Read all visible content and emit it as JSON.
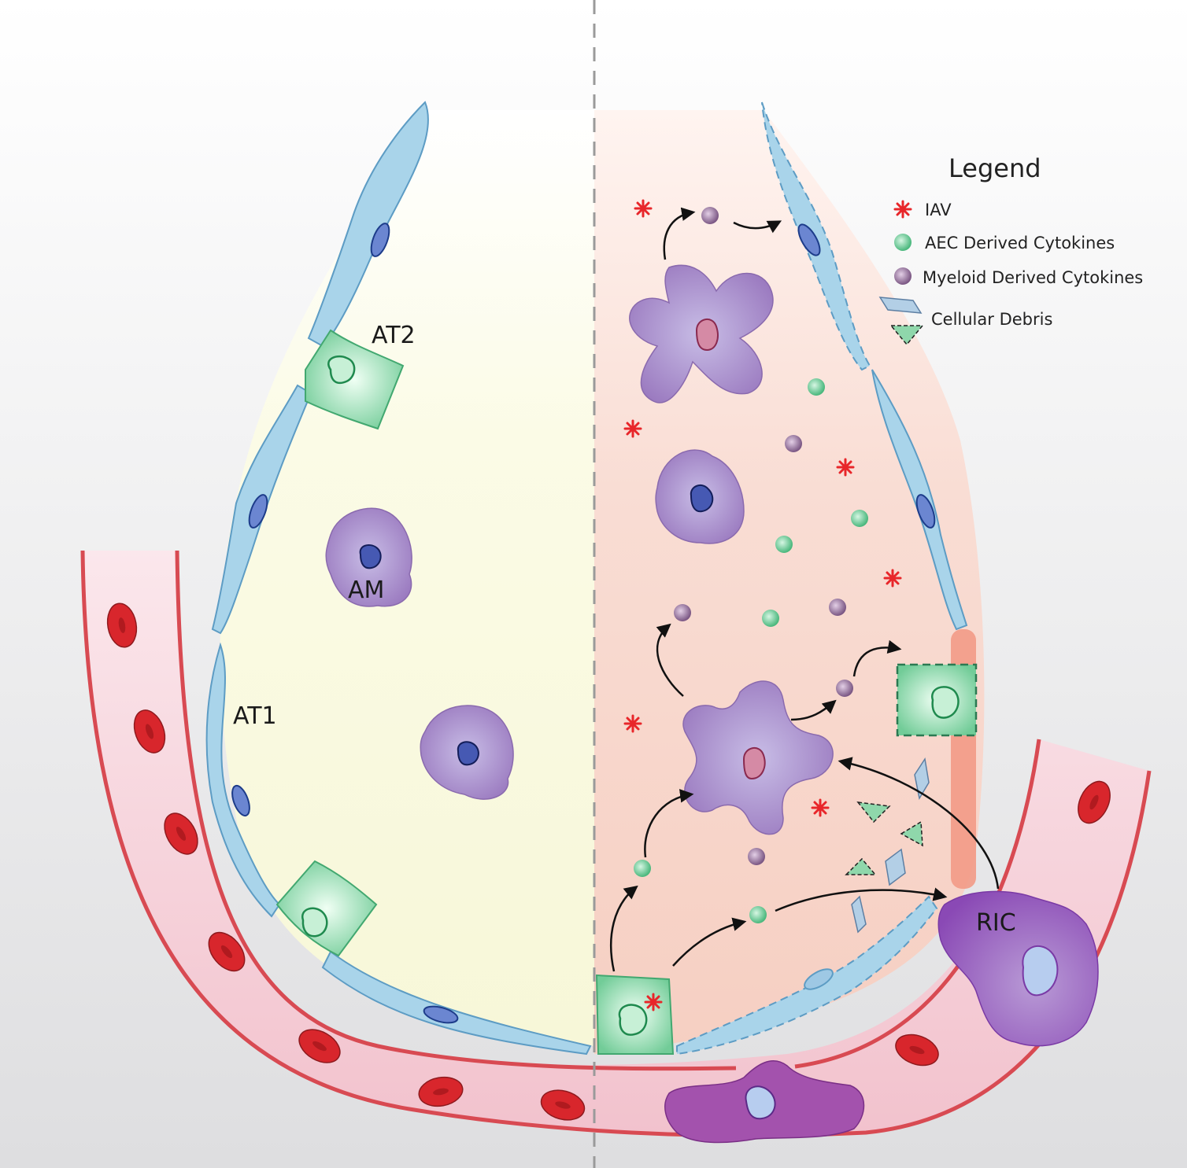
{
  "labels": {
    "at2": "AT2",
    "am": "AM",
    "at1": "AT1",
    "ric": "RIC"
  },
  "legend": {
    "title": "Legend",
    "items": [
      {
        "icon": "red-star-icon",
        "label": "IAV"
      },
      {
        "icon": "green-dot-icon",
        "label": "AEC Derived Cytokines"
      },
      {
        "icon": "purple-dot-icon",
        "label": "Myeloid Derived Cytokines"
      },
      {
        "icon": "debris-icon",
        "label": "Cellular Debris"
      }
    ]
  },
  "colors": {
    "healthy_lumen": "#fbfbe4",
    "infected_lumen": "#f8d6cc",
    "epithelium": "#a9d4ea",
    "at2_cell": "#8fd7ab",
    "macrophage": "#a88cc8",
    "vessel_wall": "#d84a52",
    "red_blood_cell": "#d8262c",
    "iav": "#e8262a",
    "aec_cytokine": "#57c48a",
    "myeloid_cytokine": "#8a6791"
  }
}
